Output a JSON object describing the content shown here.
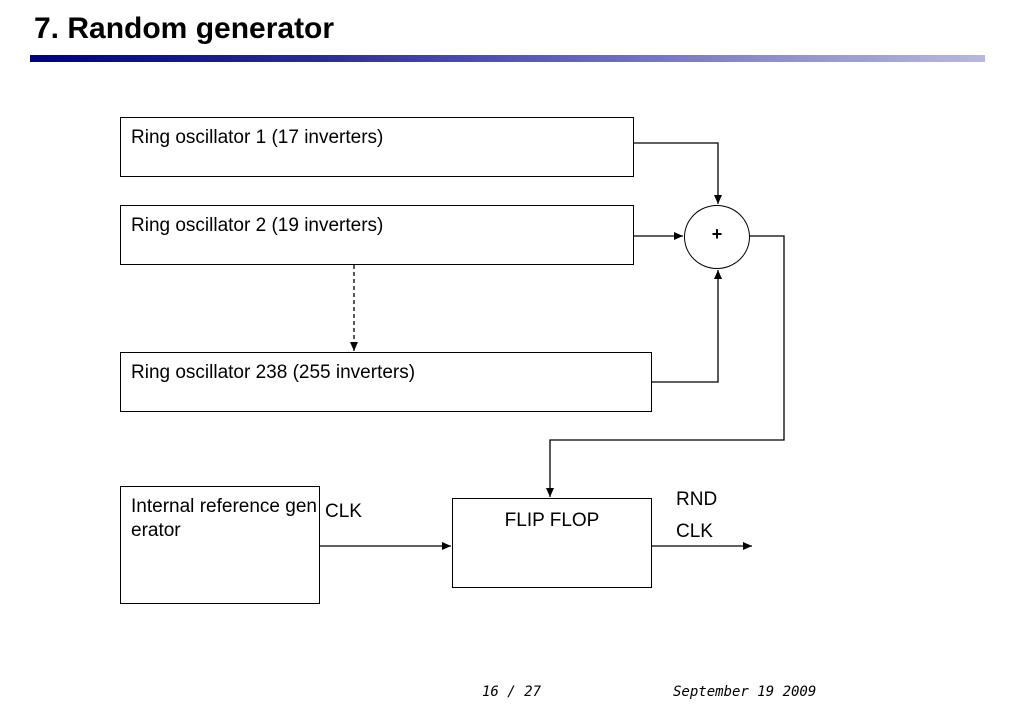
{
  "slide": {
    "title": "7. Random generator",
    "page": "16 / 27",
    "date": "September 19 2009"
  },
  "diagram": {
    "oscillator_1": "Ring oscillator 1 (17 inverters)",
    "oscillator_2": "Ring oscillator 2 (19 inverters)",
    "oscillator_238": "Ring oscillator 238 (255 inverters)",
    "reference_generator": "Internal reference generator",
    "clk_input_label": "CLK",
    "adder_symbol": "+",
    "flip_flop": "FLIP FLOP",
    "rnd_label": "RND",
    "clk_output_label": "CLK"
  }
}
